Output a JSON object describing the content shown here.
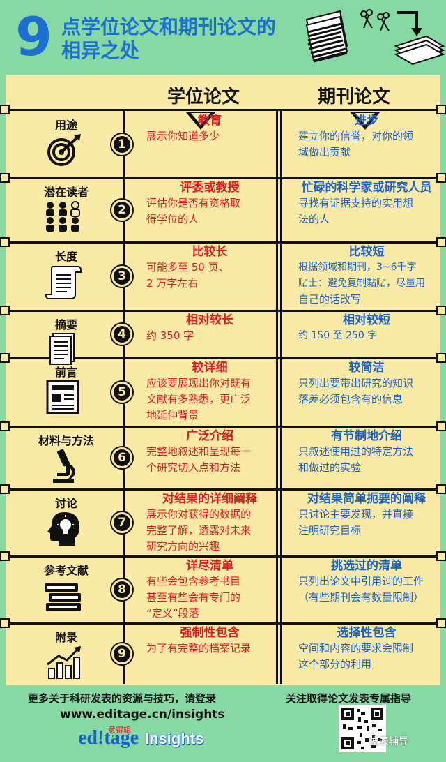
{
  "header": {
    "number": "9",
    "title_line1": "点学位论文和期刊论文的",
    "title_line2": "相异之处"
  },
  "columns": {
    "thesis": "学位论文",
    "journal": "期刊论文"
  },
  "rows": [
    {
      "label": "用途",
      "icon": "target-icon",
      "num": "1",
      "thesis_title": "教育",
      "thesis_body": [
        "展示你知道多少"
      ],
      "journal_title": "进步",
      "journal_body": [
        "建立你的信誉，对你的领",
        "域做出贡献"
      ]
    },
    {
      "label": "潜在读者",
      "icon": "audience-icon",
      "num": "2",
      "thesis_title": "评委或教授",
      "thesis_body": [
        "评估你是否有资格取",
        "得学位的人"
      ],
      "journal_title": "忙碌的科学家或研究人员",
      "journal_body": [
        "寻找有证据支持的实用想",
        "法的人"
      ]
    },
    {
      "label": "长度",
      "icon": "scroll-icon",
      "num": "3",
      "thesis_title": "比较长",
      "thesis_body": [
        "可能多至 50 页、",
        "2 万字左右"
      ],
      "journal_title": "比较短",
      "journal_body": [
        "根据领域和期刊，3~6千字",
        "贴士：避免复制黏贴，尽量用",
        "自己的话改写"
      ]
    },
    {
      "label": "摘要",
      "icon": "document-icon",
      "num": "4",
      "thesis_title": "相对较长",
      "thesis_body": [
        "约 350 字"
      ],
      "journal_title": "相对较短",
      "journal_body": [
        "约 150 至 250 字"
      ]
    },
    {
      "label": "前言",
      "icon": "newspaper-icon",
      "num": "5",
      "thesis_title": "较详细",
      "thesis_body": [
        "应该要展现出你对既有",
        "文献有多熟悉，更广泛",
        "地延伸背景"
      ],
      "journal_title": "较简洁",
      "journal_body": [
        "只列出要带出研究的知识",
        "落差必须包含有的信息"
      ]
    },
    {
      "label": "材料与方法",
      "icon": "microscope-icon",
      "num": "6",
      "thesis_title": "广泛介绍",
      "thesis_body": [
        "完整地叙述和呈现每一",
        "个研究切入点和方法"
      ],
      "journal_title": "有节制地介绍",
      "journal_body": [
        "只叙述使用过的特定方法",
        "和做过的实验"
      ]
    },
    {
      "label": "讨论",
      "icon": "head-bulb-icon",
      "num": "7",
      "thesis_title": "对结果的详细阐释",
      "thesis_body": [
        "展示你对获得的数据的",
        "完整了解，透露对未来",
        "研究方向的兴趣"
      ],
      "journal_title": "对结果简单扼要的阐释",
      "journal_body": [
        "只讨论主要发现，并直接",
        "注明研究目标"
      ]
    },
    {
      "label": "参考文献",
      "icon": "books-icon",
      "num": "8",
      "thesis_title": "详尽清单",
      "thesis_body": [
        "有些会包含参考书目",
        "甚至有些会有专门的",
        "“定义”段落"
      ],
      "journal_title": "挑选过的清单",
      "journal_body": [
        "只列出论文中引用过的工作",
        "（有些期刊会有数量限制）"
      ]
    },
    {
      "label": "附录",
      "icon": "bar-chart-icon",
      "num": "9",
      "thesis_title": "强制性包含",
      "thesis_body": [
        "为了有完整的档案记录"
      ],
      "journal_title": "选择性包含",
      "journal_body": [
        "空间和内容的要求会限制",
        "这个部分的利用"
      ]
    }
  ],
  "footer": {
    "left_line": "更多关于科研发表的资源与技巧，请登录",
    "url": "www.editage.cn/insights",
    "right_line": "关注取得论文发表专属指导",
    "logo_main": "ed!tage",
    "logo_sub": "Insights",
    "logo_small": "意得辑",
    "watermark": "发表辅导"
  },
  "colors": {
    "background": "#86d9a3",
    "panel": "#fbe9a6",
    "title_blue": "#1a6fd0",
    "thesis_red": "#e21b23",
    "journal_blue": "#1761c9"
  }
}
